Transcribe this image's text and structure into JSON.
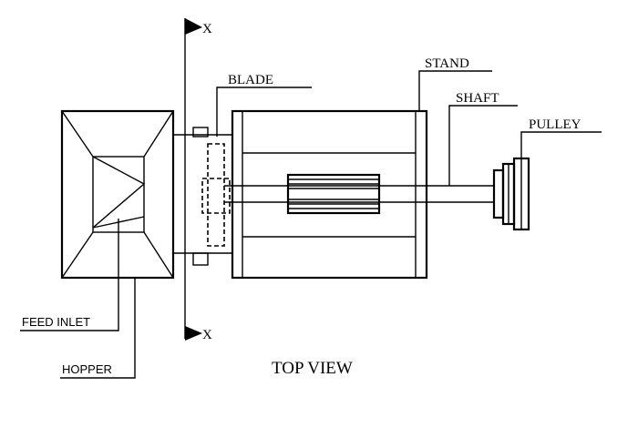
{
  "diagram": {
    "title": "TOP VIEW",
    "section_marker": "X",
    "labels": {
      "blade": "BLADE",
      "stand": "STAND",
      "shaft": "SHAFT",
      "pulley": "PULLEY",
      "feed_inlet": "FEED INLET",
      "hopper": "HOPPER"
    },
    "colors": {
      "line": "#000000",
      "background": "#ffffff"
    }
  }
}
